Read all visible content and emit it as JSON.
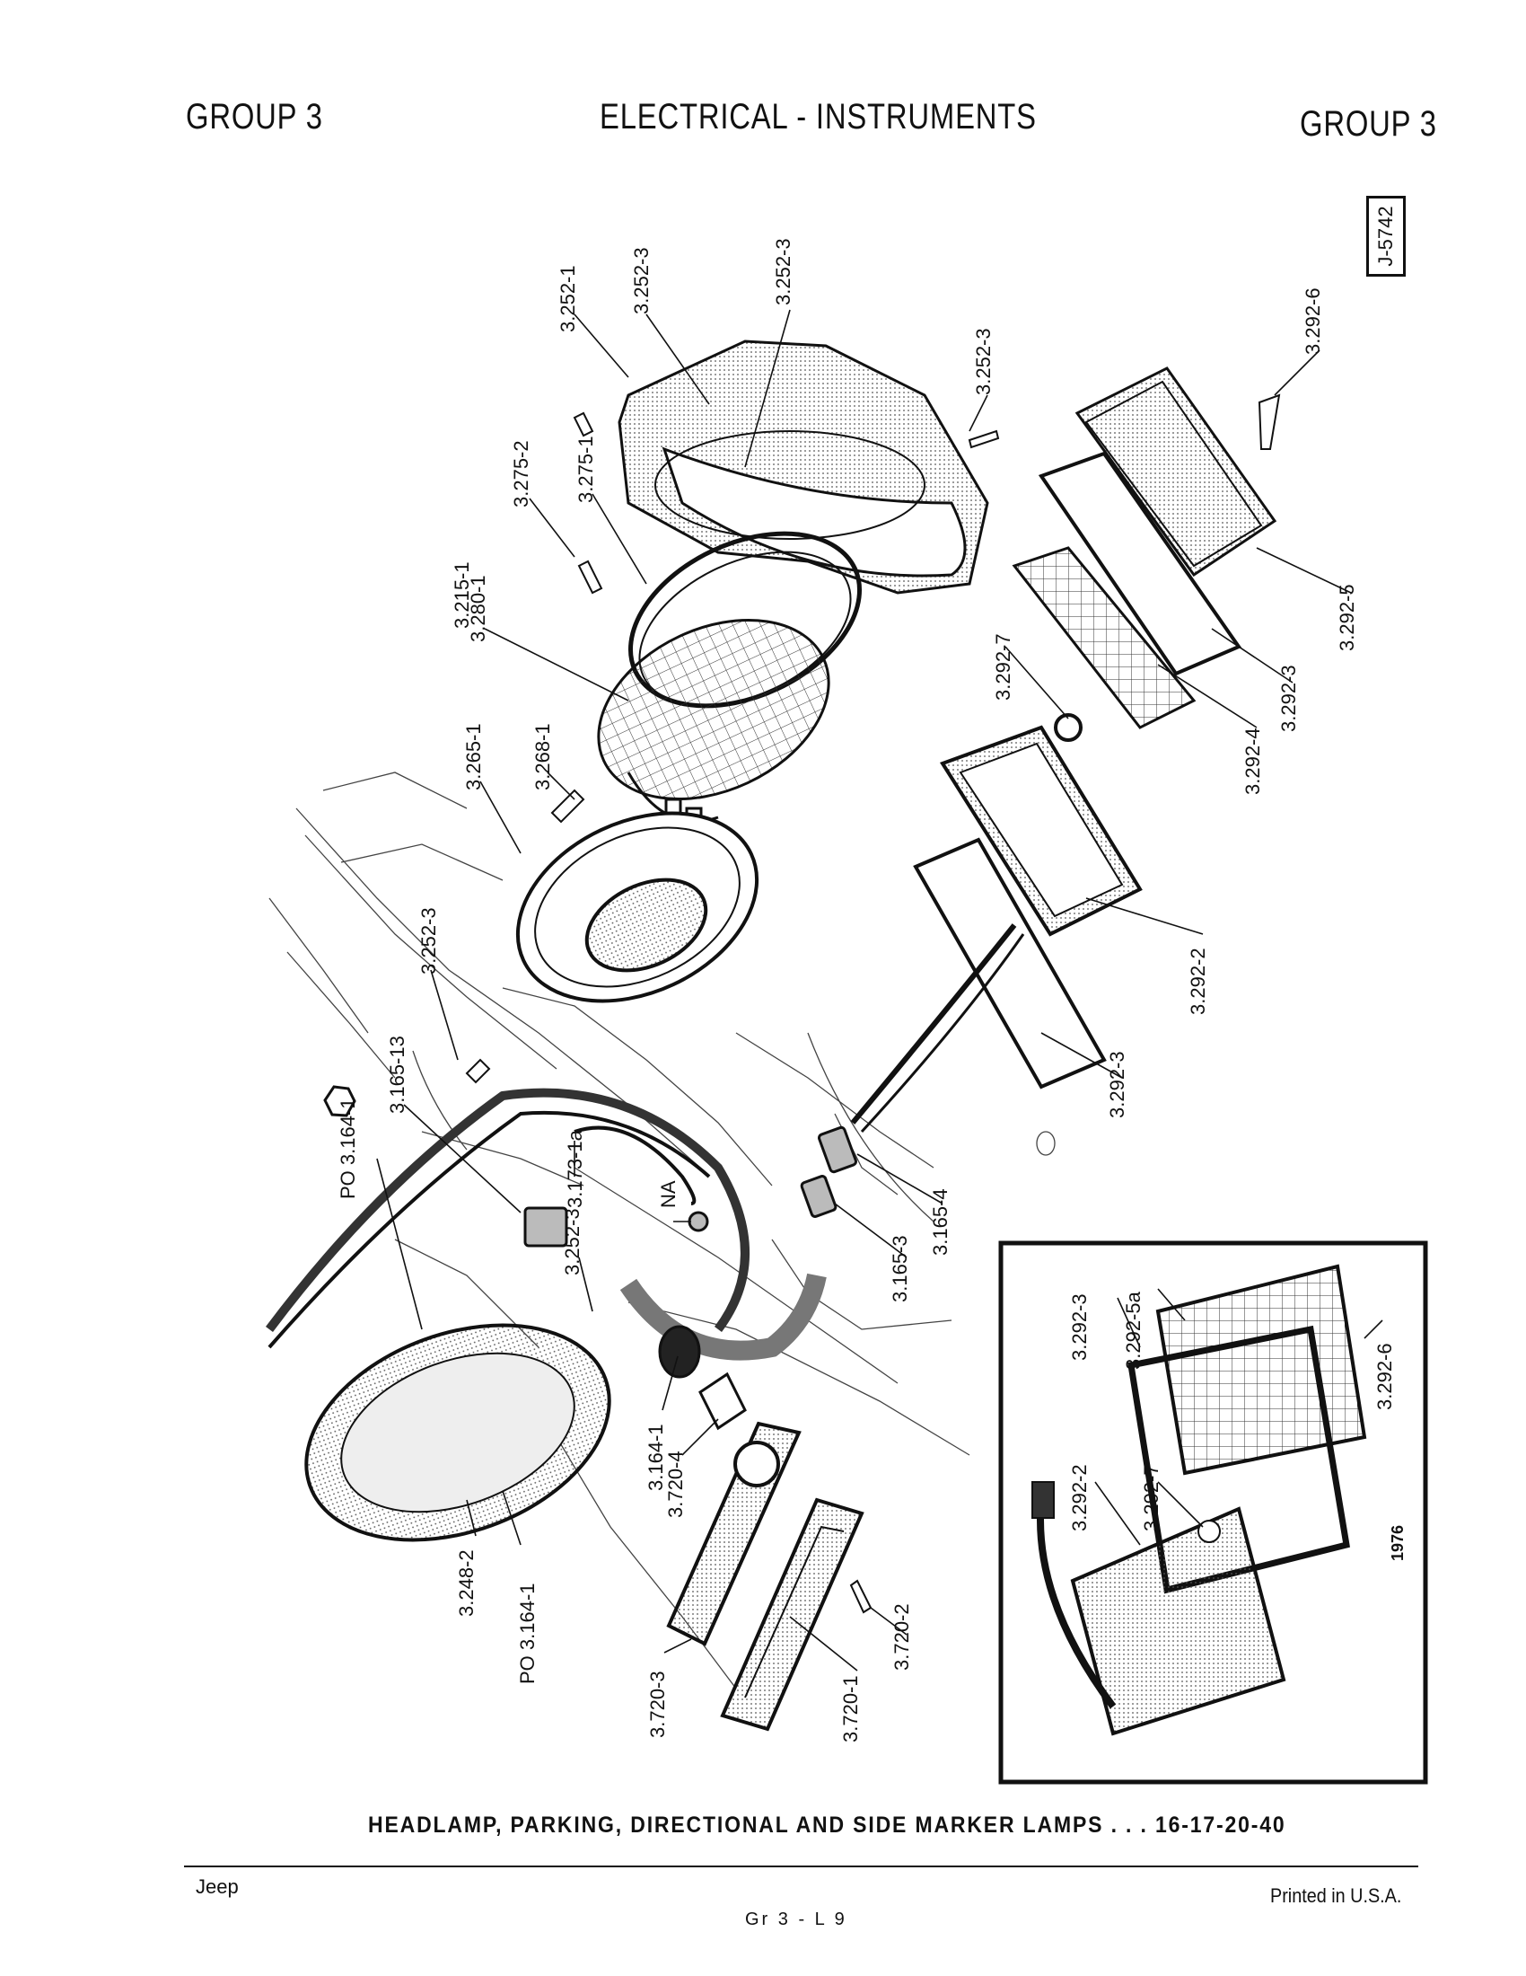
{
  "header": {
    "left": "GROUP 3",
    "center": "ELECTRICAL - INSTRUMENTS",
    "right": "GROUP 3",
    "code": "J-5742"
  },
  "caption": "HEADLAMP, PARKING, DIRECTIONAL AND SIDE MARKER LAMPS . . . 16-17-20-40",
  "footer": {
    "left": "Jeep",
    "center": "Gr 3 - L 9",
    "right": "Printed in U.S.A."
  },
  "inset": {
    "year": "1976"
  },
  "part_labels": [
    "3.252-1",
    "3.252-3",
    "3.252-3",
    "3.252-3",
    "3.292-6",
    "3.275-2",
    "3.275-1",
    "3.215-1",
    "3.280-1",
    "3.292-5",
    "3.292-3",
    "3.292-4",
    "3.292-7",
    "3.268-1",
    "3.265-1",
    "3.252-3",
    "3.292-2",
    "3.292-3",
    "3.165-13",
    "PO 3.164-1",
    "3.173-1a",
    "NA",
    "3.165-4",
    "3.165-3",
    "3.252-3",
    "3.164-1",
    "3.720-4",
    "3.248-2",
    "PO 3.164-1",
    "3.720-3",
    "3.720-1",
    "3.720-2",
    "3.292-3",
    "3.292-5a",
    "3.292-6",
    "3.292-2",
    "3.292-7"
  ]
}
